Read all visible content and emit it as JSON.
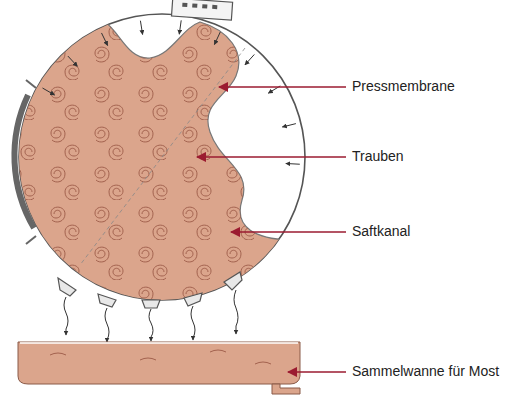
{
  "diagram": {
    "labels": [
      "Pressmembrane",
      "Trauben",
      "Saftkanal",
      "Sammelwanne für Most"
    ]
  }
}
